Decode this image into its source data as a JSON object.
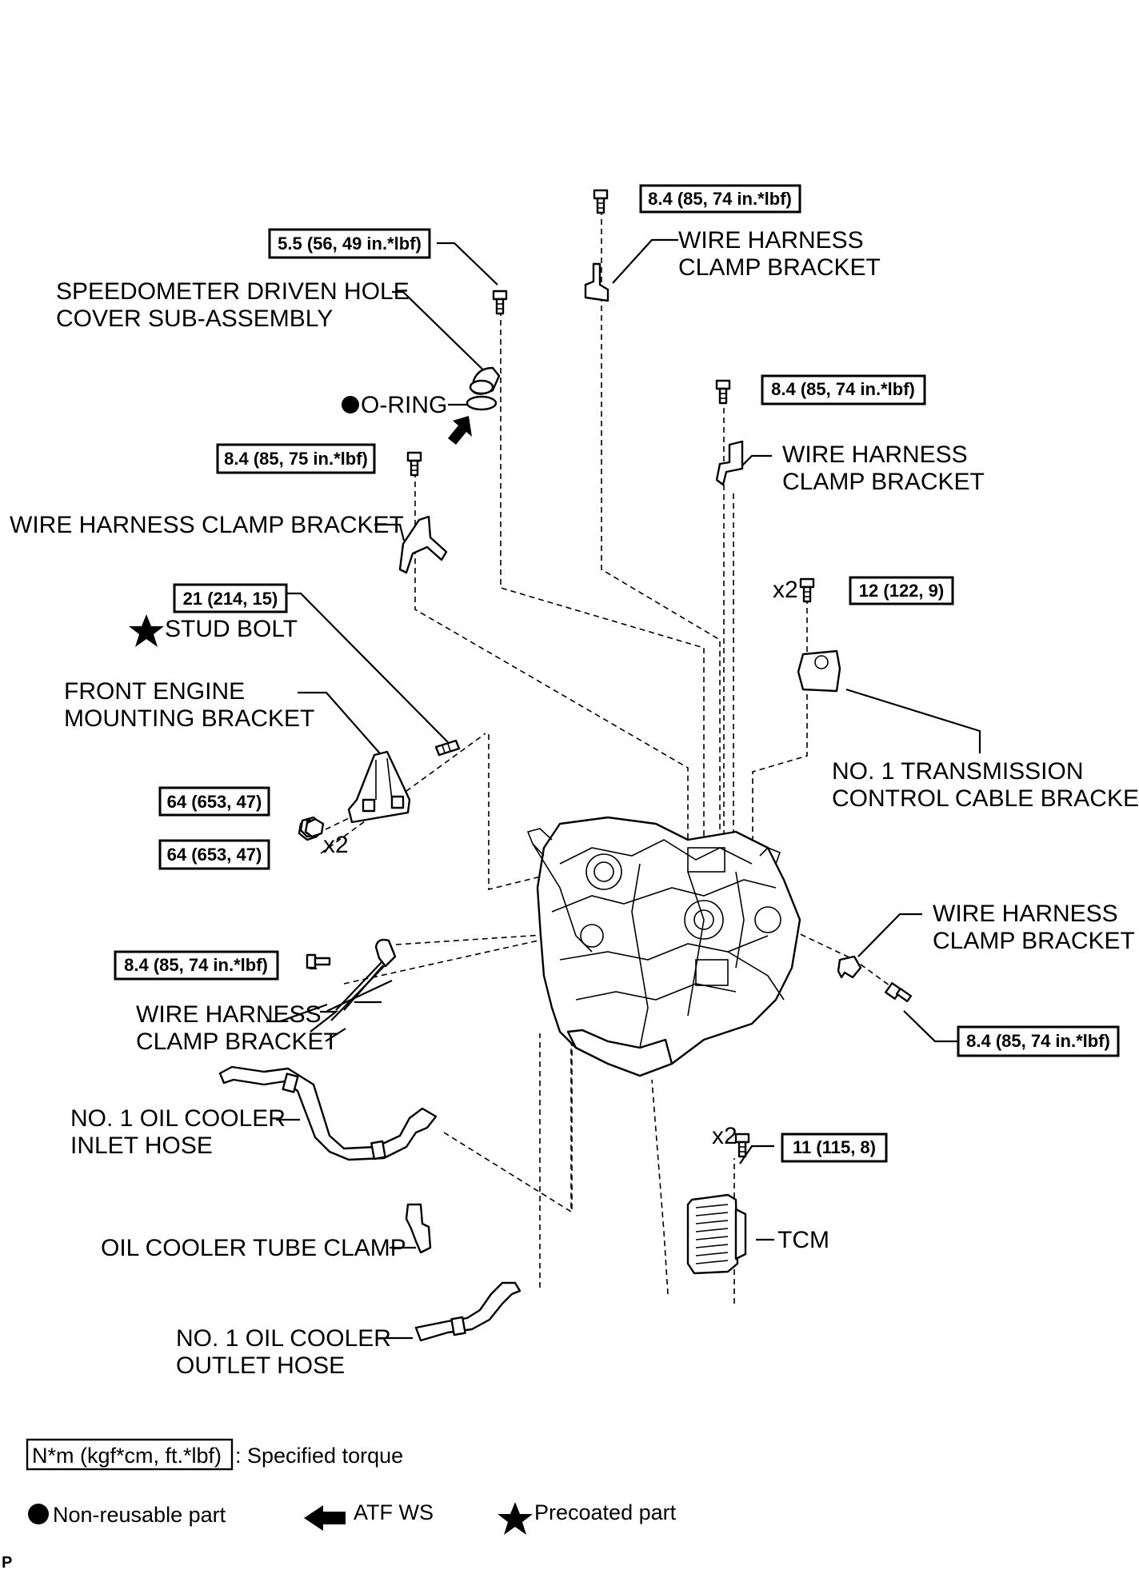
{
  "labels": {
    "speedo_cover_1": "SPEEDOMETER DRIVEN HOLE",
    "speedo_cover_2": "COVER SUB-ASSEMBLY",
    "o_ring": "O-RING",
    "whcb_top_1": "WIRE HARNESS",
    "whcb_top_2": "CLAMP BRACKET",
    "whcb_right_1": "WIRE HARNESS",
    "whcb_right_2": "CLAMP BRACKET",
    "whcb_left": "WIRE HARNESS CLAMP BRACKET",
    "stud_bolt": "STUD BOLT",
    "femb_1": "FRONT ENGINE",
    "femb_2": "MOUNTING BRACKET",
    "x2_cable": "x2",
    "tccb_1": "NO. 1 TRANSMISSION",
    "tccb_2": "CONTROL CABLE BRACKET",
    "x2_mount": "x2",
    "whcb_lower_right_1": "WIRE HARNESS",
    "whcb_lower_right_2": "CLAMP BRACKET",
    "whcb_lower_left_1": "WIRE HARNESS",
    "whcb_lower_left_2": "CLAMP BRACKET",
    "inlet_hose_1": "NO. 1 OIL COOLER",
    "inlet_hose_2": "INLET HOSE",
    "x2_tcm": "x2",
    "tcm": "TCM",
    "tube_clamp": "OIL COOLER TUBE CLAMP",
    "outlet_hose_1": "NO. 1 OIL COOLER",
    "outlet_hose_2": "OUTLET HOSE"
  },
  "torques": {
    "t_top": "8.4 (85, 74 in.*lbf)",
    "t_speedo": "5.5 (56, 49 in.*lbf)",
    "t_upper_right": "8.4 (85, 74 in.*lbf)",
    "t_left_bracket": "8.4 (85, 75 in.*lbf)",
    "t_cable": "12 (122, 9)",
    "t_stud": "21 (214, 15)",
    "t_mount_1": "64 (653, 47)",
    "t_mount_2": "64 (653, 47)",
    "t_lower_left": "8.4 (85, 74 in.*lbf)",
    "t_lower_right": "8.4 (85, 74 in.*lbf)",
    "t_tcm": "11 (115, 8)"
  },
  "legend": {
    "torque_box": "N*m (kgf*cm, ft.*lbf)",
    "torque_desc": ": Specified torque",
    "non_reusable": "Non-reusable part",
    "atf": "ATF WS",
    "precoated": "Precoated part"
  },
  "footer_code": "P"
}
